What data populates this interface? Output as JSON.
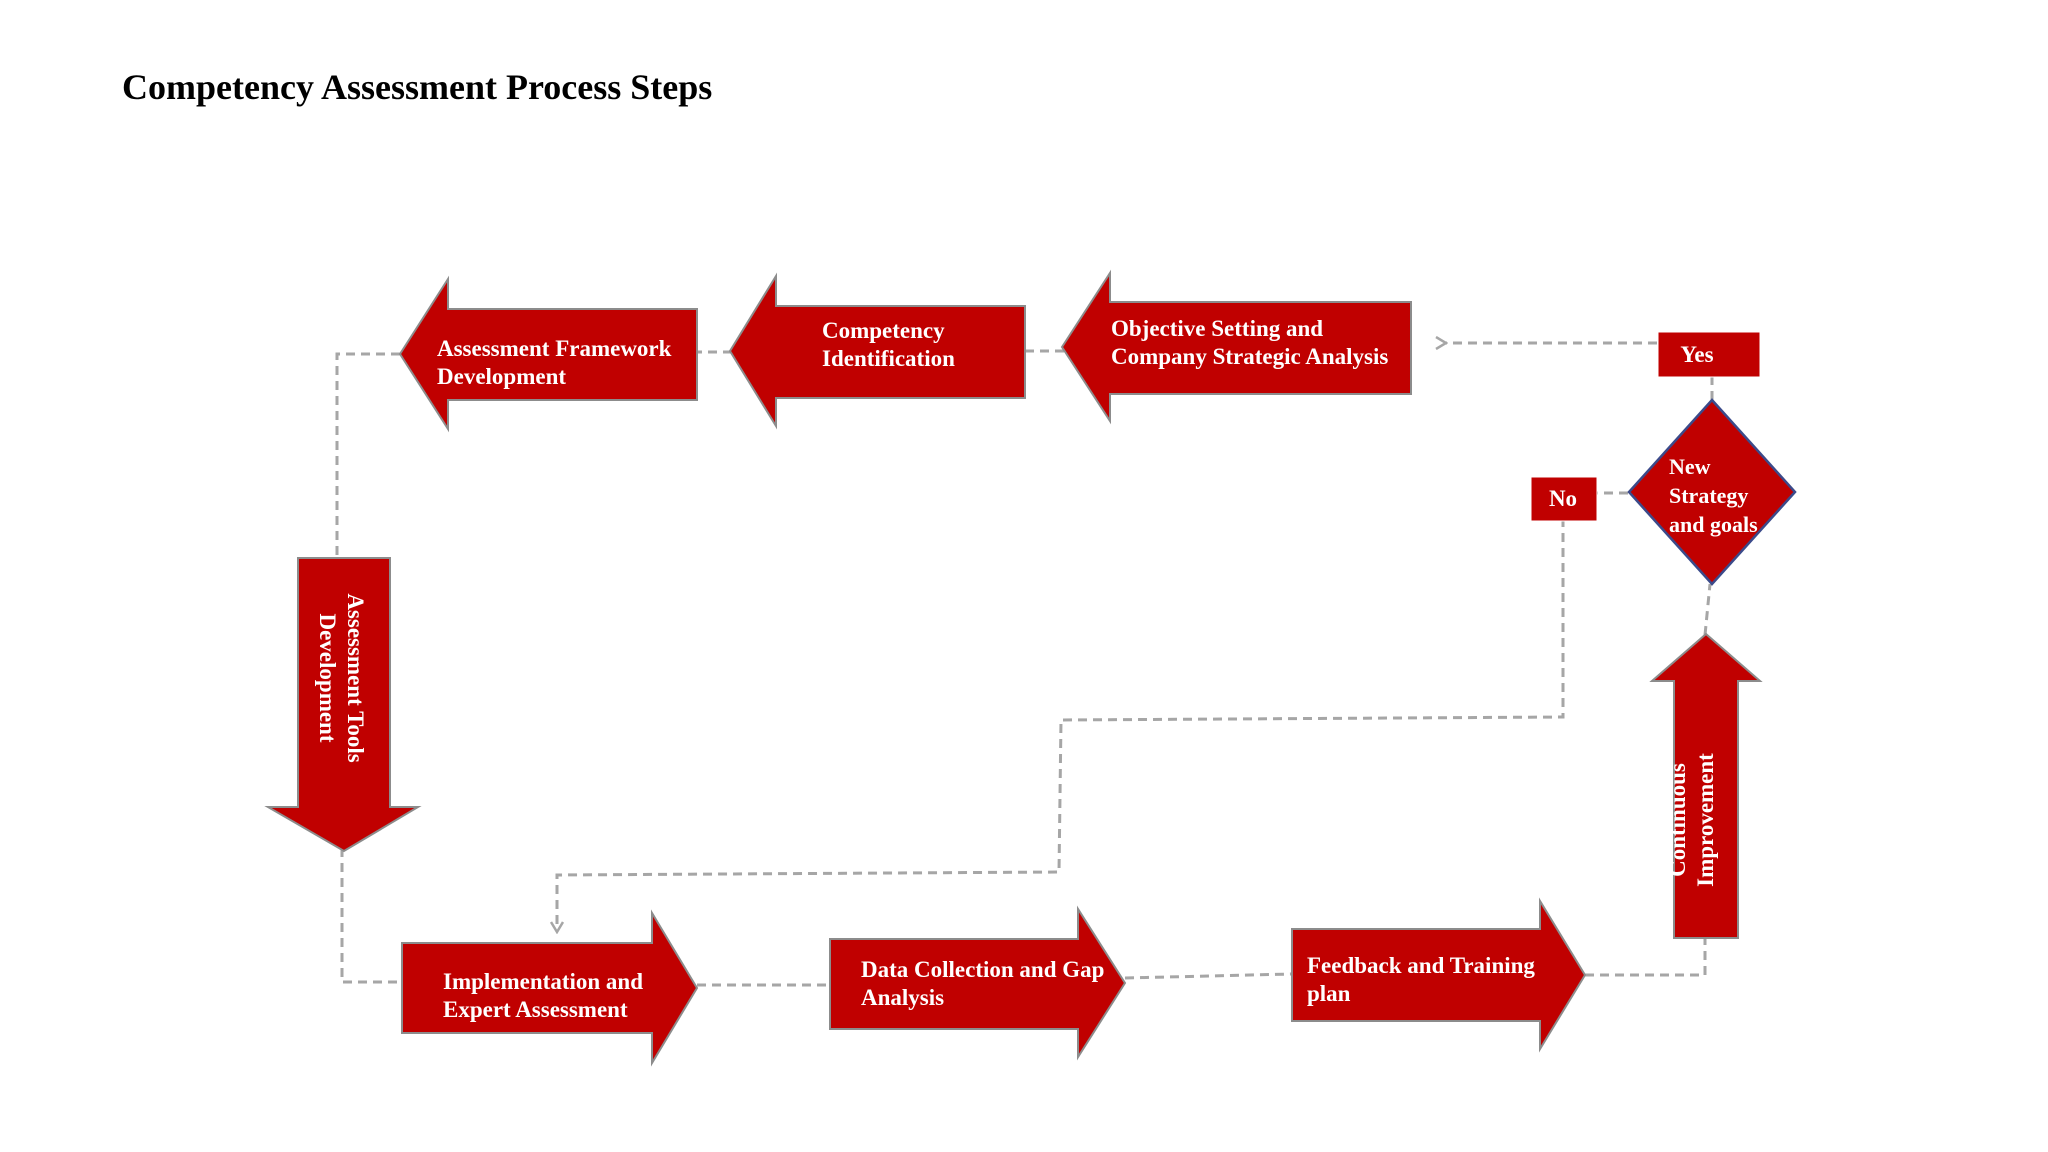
{
  "title": "Competency Assessment Process Steps",
  "colors": {
    "shape_fill": "#c00000",
    "shape_stroke": "#8c8c8c",
    "diamond_stroke": "#3b4a8a",
    "connector": "#a6a6a6",
    "text": "#ffffff"
  },
  "steps": {
    "assessment_framework": "Assessment Framework\nDevelopment",
    "competency_identification": "Competency\nIdentification",
    "objective_setting": "Objective Setting and\nCompany Strategic Analysis",
    "assessment_tools": "Assessment Tools\nDevelopment",
    "implementation": "Implementation and\nExpert Assessment",
    "data_collection": "Data Collection and Gap\nAnalysis",
    "feedback_training": "Feedback and Training\nplan",
    "continuous_improvement": "Continuous\nImprovement"
  },
  "decision": {
    "label": "New\nStrategy\nand goals",
    "yes": "Yes",
    "no": "No"
  }
}
